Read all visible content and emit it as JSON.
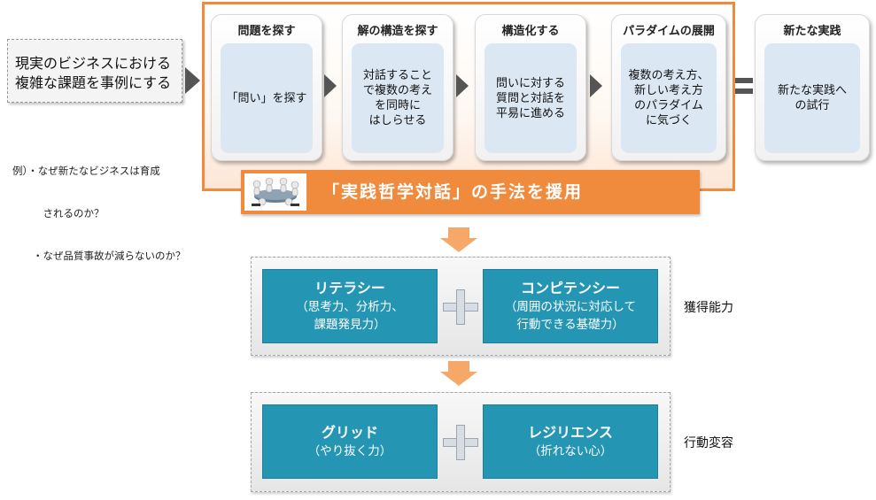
{
  "case": {
    "text": "現実のビジネスにおける複雑な課題を事例にする",
    "examples": [
      "例）・なぜ新たなビジネスは育成",
      "　　　されるのか？",
      "　　・なぜ品質事故が減らないのか？"
    ]
  },
  "steps": [
    {
      "title": "問題を探す",
      "body": "「問い」を探す"
    },
    {
      "title": "解の構造を探す",
      "body": "対話すること\nで複数の考え\nを同時に\nはしらせる"
    },
    {
      "title": "構造化する",
      "body": "問いに対する\n質問と対話を\n平易に進める"
    },
    {
      "title": "パラダイムの展開",
      "body": "複数の考え方、\n新しい考え方\nのパラダイム\nに気づく"
    }
  ],
  "result": {
    "title": "新たな実践",
    "body": "新たな実践へ\nの試行"
  },
  "banner": {
    "text": "「実践哲学対話」の手法を援用"
  },
  "group1": {
    "left": {
      "title": "リテラシー",
      "sub": "（思考力、分析力、\n課題発見力）"
    },
    "right": {
      "title": "コンピテンシー",
      "sub": "（周囲の状況に対応して\n行動できる基礎力）"
    },
    "label": "獲得能力"
  },
  "group2": {
    "left": {
      "title": "グリッド",
      "sub": "（やり抜く力）"
    },
    "right": {
      "title": "レジリエンス",
      "sub": "（折れない心）"
    },
    "label": "行動変容"
  },
  "colors": {
    "orange": "#f08a3c",
    "teal": "#2496b4",
    "light_orange": "#f5a868",
    "step_fill": "#dbe7f3"
  }
}
